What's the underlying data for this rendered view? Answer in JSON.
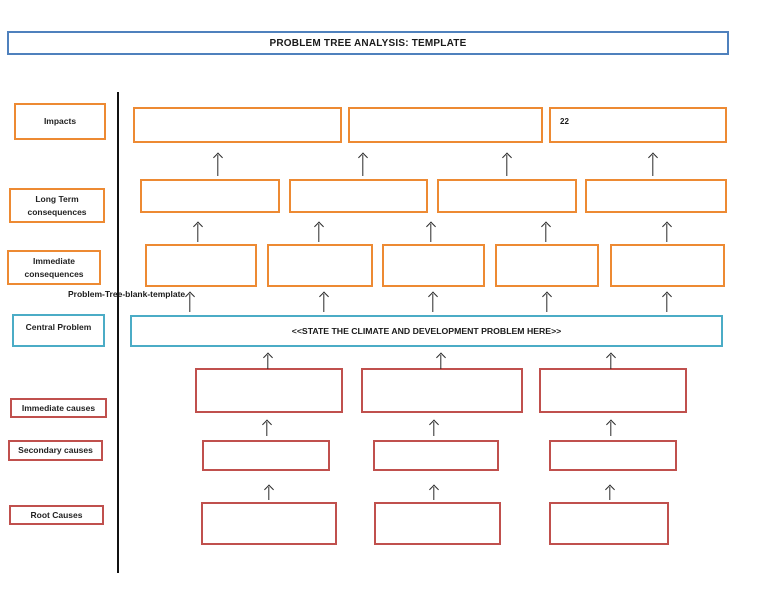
{
  "header": {
    "title": "PROBLEM TREE ANALYSIS: TEMPLATE"
  },
  "sidebar_labels": {
    "impacts": "Impacts",
    "long_term_consequences": "Long Term consequences",
    "immediate_consequences": "Immediate consequences",
    "central_problem": "Central Problem",
    "immediate_causes": "Immediate causes",
    "secondary_causes": "Secondary causes",
    "root_causes": "Root Causes"
  },
  "diagram": {
    "watermark": "Problem-Tree-blank-template",
    "central_problem_text": "<<STATE THE CLIMATE AND DEVELOPMENT PROBLEM HERE>>",
    "impacts_box3_note": "22",
    "row_counts": {
      "impacts": 3,
      "long_term_consequences": 4,
      "immediate_consequences": 5,
      "immediate_causes": 3,
      "secondary_causes": 3,
      "root_causes": 3
    }
  },
  "colors": {
    "consequence_orange": "#ED8A33",
    "cause_red": "#C0504D",
    "central_teal": "#4BACC6",
    "title_blue": "#4F81BD",
    "line_black": "#111111"
  }
}
